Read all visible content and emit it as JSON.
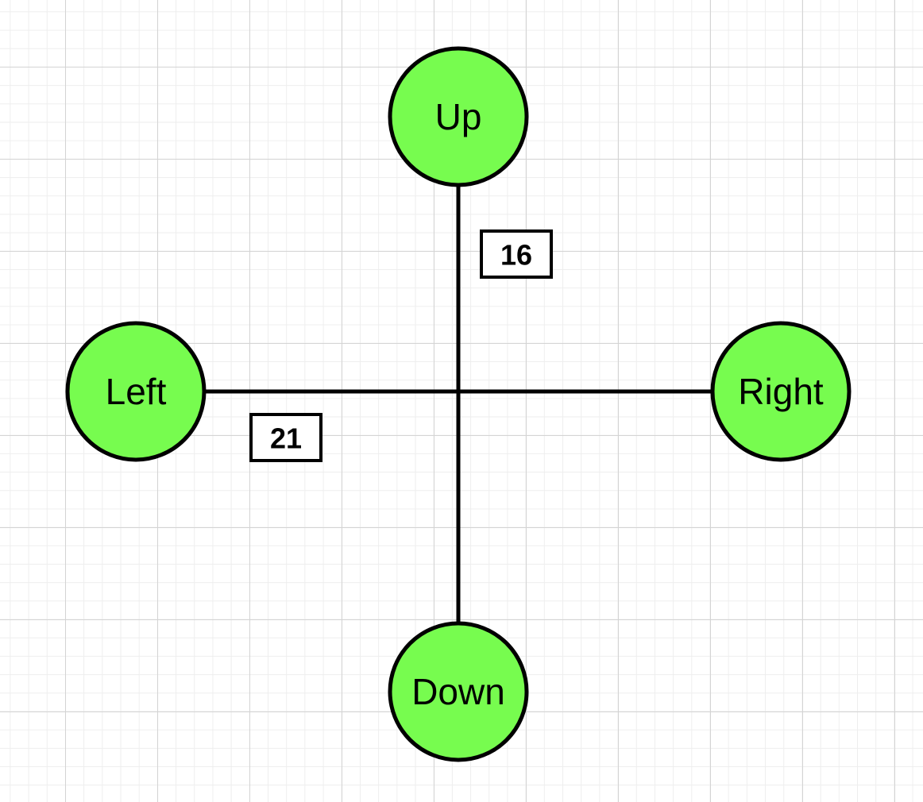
{
  "diagram": {
    "colors": {
      "node_fill": "#77fc4f",
      "stroke": "#000000",
      "label_box_fill": "#ffffff"
    },
    "nodes": {
      "up": {
        "label": "Up"
      },
      "left": {
        "label": "Left"
      },
      "right": {
        "label": "Right"
      },
      "down": {
        "label": "Down"
      }
    },
    "edges": {
      "vertical": {
        "from": "Up",
        "to": "Down",
        "label": "16"
      },
      "horizontal": {
        "from": "Left",
        "to": "Right",
        "label": "21"
      }
    }
  }
}
